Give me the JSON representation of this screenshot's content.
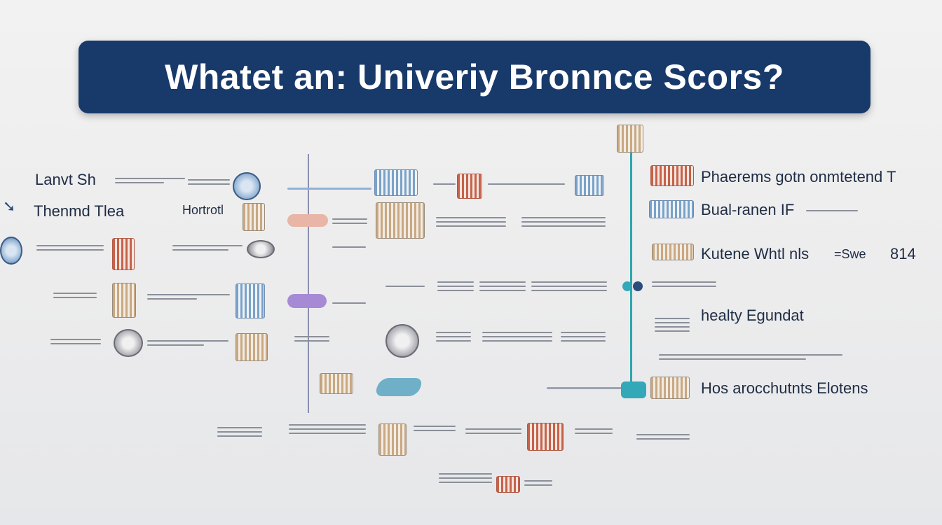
{
  "title": "Whatet an: Univeriy Bronnce Scors?",
  "left_labels": [
    "Lanvt Sh",
    "Thenmd Tlea",
    "Hortrotl"
  ],
  "right_labels": [
    "Phaerems gotn onmtetend T",
    "Bual-ranen IF",
    "Kutene Whtl nls",
    "=Swe",
    "814",
    "healty Egundat",
    "Hos arocchutnts Elotens"
  ],
  "colors": {
    "banner": "#173a6b",
    "banner_text": "#ffffff",
    "timeline_left": "#8a8fb0",
    "timeline_right": "#2aa7b0",
    "accent_purple": "#a78ad6",
    "accent_teal": "#33a8b8"
  },
  "icons": [
    "university-seal-icon",
    "building-icon",
    "tower-icon",
    "crest-icon",
    "node-dot-icon"
  ]
}
